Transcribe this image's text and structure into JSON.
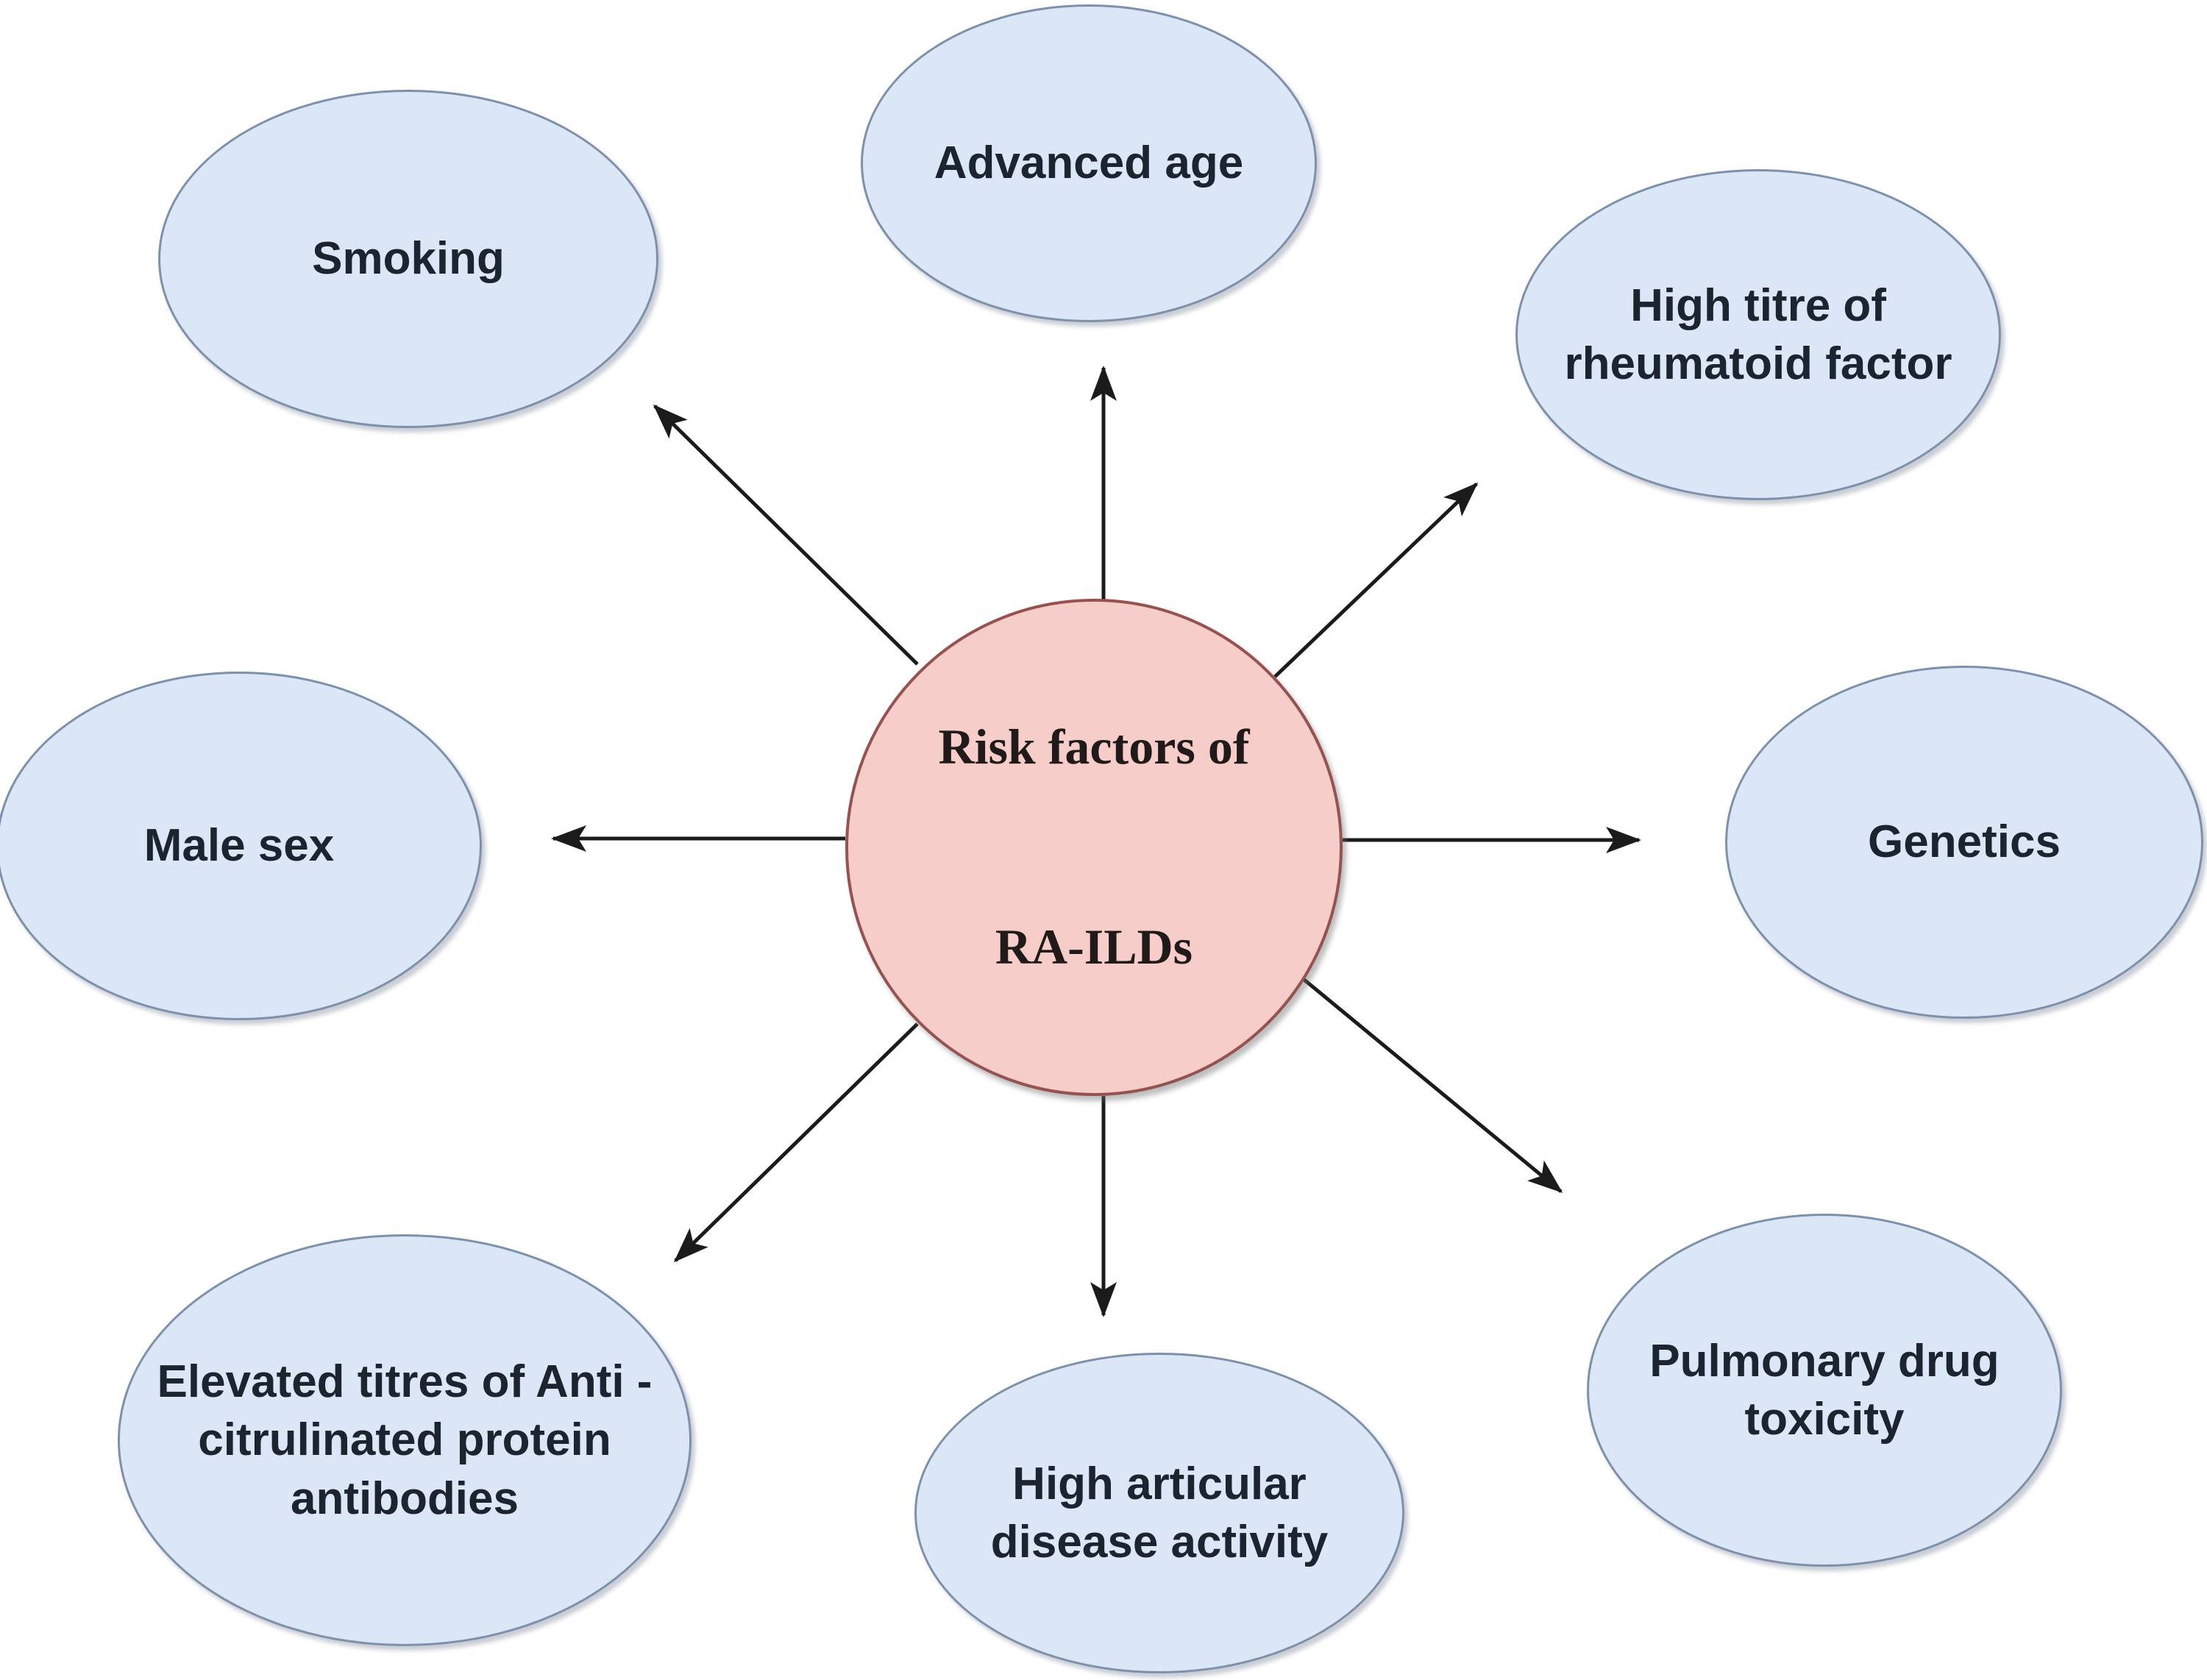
{
  "diagram": {
    "title": "Risk factors of RA-ILDs",
    "center_node": {
      "line1": "Risk factors of",
      "line2": "RA-ILDs"
    },
    "factors": [
      {
        "id": "smoking",
        "label": "Smoking"
      },
      {
        "id": "advanced-age",
        "label": "Advanced age"
      },
      {
        "id": "high-titre",
        "label": "High titre of\nrheumatoid factor"
      },
      {
        "id": "male-sex",
        "label": "Male sex"
      },
      {
        "id": "genetics",
        "label": "Genetics"
      },
      {
        "id": "acpa",
        "label": "Elevated titres of Anti -\ncitrulinated protein\nantibodies"
      },
      {
        "id": "articular",
        "label": "High articular\ndisease activity"
      },
      {
        "id": "pulmonary",
        "label": "Pulmonary drug\ntoxicity"
      }
    ],
    "connections": [
      {
        "from": "center",
        "to": "smoking"
      },
      {
        "from": "center",
        "to": "advanced-age"
      },
      {
        "from": "center",
        "to": "high-titre"
      },
      {
        "from": "center",
        "to": "male-sex"
      },
      {
        "from": "center",
        "to": "genetics"
      },
      {
        "from": "center",
        "to": "acpa"
      },
      {
        "from": "center",
        "to": "articular"
      },
      {
        "from": "center",
        "to": "pulmonary"
      }
    ],
    "colors": {
      "background": "#ffffff",
      "factor_fill": "#dbe7f7",
      "factor_border": "#7d91ad",
      "center_fill": "#f7cdc9",
      "center_border": "#96524f",
      "arrow": "#1b1b1b",
      "factor_text": "#1c2430",
      "center_text": "#201a1a"
    }
  }
}
